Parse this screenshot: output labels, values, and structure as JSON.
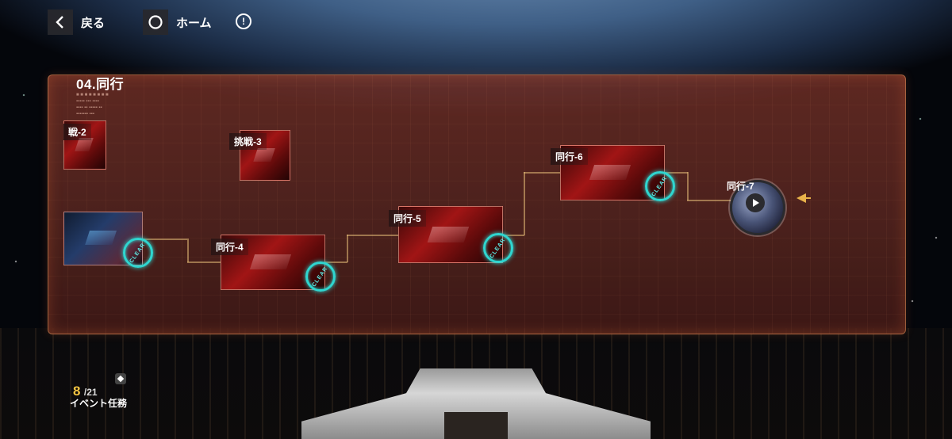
{
  "nav": {
    "back_label": "戻る",
    "home_label": "ホーム",
    "info_label": "!"
  },
  "panel": {
    "title": "04.同行",
    "subtitle_lines": [
      "■ ■ ■  ■ ■ ■ ■ ■",
      "▪▪▪▪▪ ▪▪▪ ▪▪▪▪",
      "▪▪▪▪ ▪▪ ▪▪▪▪▪ ▪▪",
      "▪▪▪▪▪▪▪ ▪▪▪"
    ]
  },
  "stages": [
    {
      "label": "戦-2",
      "cleared": false,
      "theme": "red"
    },
    {
      "label": "挑戦-3",
      "cleared": false,
      "theme": "red"
    },
    {
      "label": "",
      "cleared": true,
      "theme": "blue"
    },
    {
      "label": "同行-4",
      "cleared": true,
      "theme": "red"
    },
    {
      "label": "同行-5",
      "cleared": true,
      "theme": "red"
    },
    {
      "label": "同行-6",
      "cleared": true,
      "theme": "red"
    },
    {
      "label": "同行-7",
      "cleared": false,
      "current": true
    }
  ],
  "clear_text": "CLEAR",
  "progress": {
    "current": "8",
    "total": "/21",
    "label": "イベント任務"
  },
  "colors": {
    "accent_cyan": "#2fd6d0",
    "count_yellow": "#f5c542",
    "panel_red": "#7a3228",
    "pointer_gold": "#e8b24a"
  },
  "icons": [
    "chevron-left-icon",
    "circle-home-icon",
    "info-icon",
    "play-icon",
    "arrow-left-icon",
    "diamond-icon"
  ]
}
